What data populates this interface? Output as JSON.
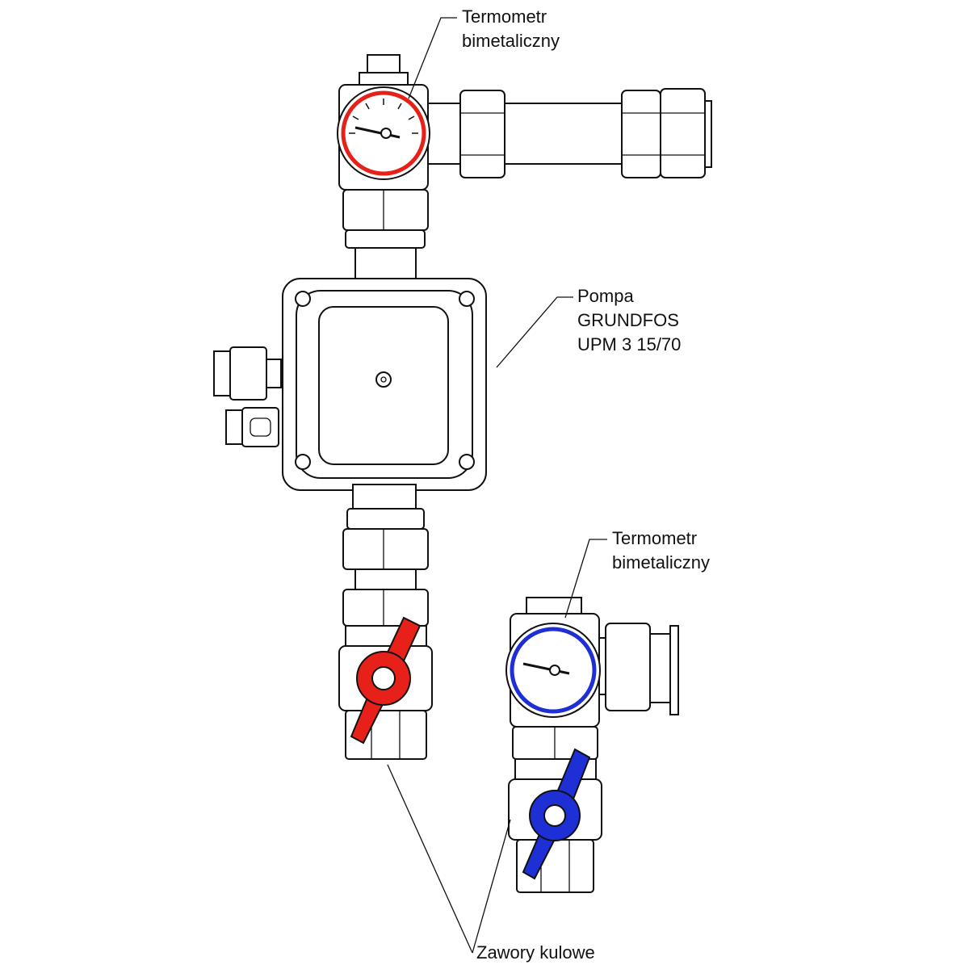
{
  "labels": {
    "thermometer_top": {
      "line1": "Termometr",
      "line2": "bimetaliczny"
    },
    "pump": {
      "line1": "Pompa",
      "line2": "GRUNDFOS",
      "line3": "UPM 3 15/70"
    },
    "thermometer_bottom": {
      "line1": "Termometr",
      "line2": "bimetaliczny"
    },
    "ball_valves": {
      "line1": "Zawory kulowe"
    }
  },
  "colors": {
    "hot": "#e8201a",
    "cold": "#1f2fd6",
    "line": "#111111"
  }
}
